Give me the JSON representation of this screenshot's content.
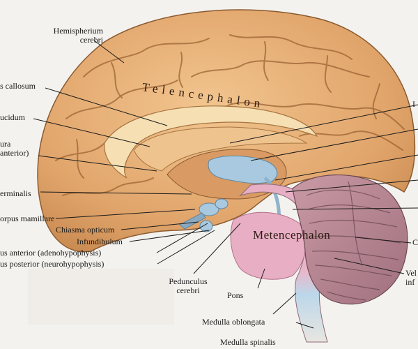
{
  "labels": {
    "hemispherium": "Hemispherium\ncerebri",
    "corpus_callosum": "s callosum",
    "lucidum": "ucidum",
    "fornix": "ura\nanterior)",
    "terminalis": "erminalis",
    "corpus_mamillare": "orpus mamillare",
    "chiasma": "Chiasma opticum",
    "infundibulum": "Infundibulum",
    "lobus_anterior": "us anterior (adenohypophysis)",
    "lobus_posterior": "us posterior (neurohypophysis)",
    "pedunculus": "Pedunculus\ncerebri",
    "pons": "Pons",
    "medulla_oblongata": "Medulla oblongata",
    "medulla_spinalis": "Medulla spinalis",
    "telencephalon": "Telencephalon",
    "metencephalon": "Metencephalon",
    "right_i": "I",
    "right_c": "C",
    "velum": "Vel\ninf"
  }
}
